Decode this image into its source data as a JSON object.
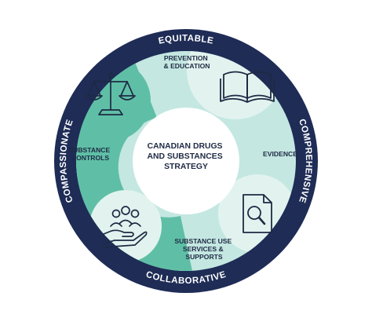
{
  "diagram": {
    "ring_labels": {
      "top": "EQUITABLE",
      "right": "COMPREHENSIVE",
      "bottom": "COLLABORATIVE",
      "left": "COMPASSIONATE"
    },
    "center": {
      "line1": "CANADIAN DRUGS",
      "line2": "AND SUBSTANCES",
      "line3": "STRATEGY"
    },
    "pillars": {
      "prevention": {
        "line1": "PREVENTION",
        "line2": "& EDUCATION",
        "icon": "book-icon"
      },
      "evidence": {
        "line1": "EVIDENCE",
        "icon": "document-search-icon"
      },
      "services": {
        "line1": "SUBSTANCE USE",
        "line2": "SERVICES &",
        "line3": "SUPPORTS",
        "icon": "people-hand-icon"
      },
      "controls": {
        "line1": "SUBSTANCE",
        "line2": "CONTROLS",
        "icon": "scales-icon"
      }
    },
    "colors": {
      "ring": "#1e2c56",
      "inner_fill": "#c4e7e1",
      "bubble_green": "#5fbfa6",
      "bubble_light": "#e2f3ef",
      "text_dark": "#1e2a44",
      "white": "#ffffff"
    }
  }
}
